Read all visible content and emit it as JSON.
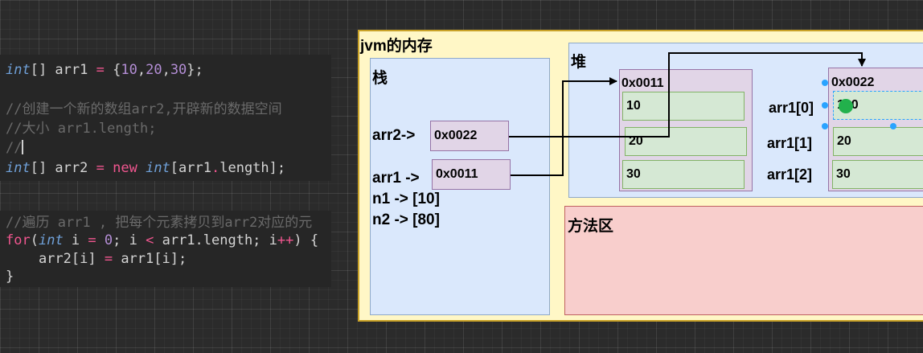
{
  "code_top": {
    "line1": {
      "kw": "int",
      "rest": "[] arr1 ",
      "eq": "=",
      "open": " {",
      "n1": "10",
      "n2": "20",
      "n3": "30",
      "close": "};"
    },
    "comment1": "//创建一个新的数组arr2,开辟新的数据空间",
    "comment2": "//大小 arr1.length;",
    "comment3": "//",
    "line2": {
      "kw": "int",
      "rest": "[] arr2 ",
      "eq": "=",
      "new_kw": "new",
      "kw2": "int",
      "bracket": "[arr1",
      "dot": ".",
      "tail": "length];"
    }
  },
  "code_bottom": {
    "comment": "//遍历 arr1 , 把每个元素拷贝到arr2对应的元",
    "for_line": {
      "for_kw": "for",
      "p1": "(",
      "int_kw": "int",
      "p2": " i ",
      "eq": "=",
      "p3": " ",
      "zero": "0",
      "p4": "; i ",
      "lt": "<",
      "p5": " arr1.length; i",
      "inc": "++",
      "p6": ") {"
    },
    "body_line": {
      "p1": "    arr2[i] ",
      "eq": "=",
      "p2": " arr1[i];"
    },
    "close": "}"
  },
  "diagram": {
    "title": "jvm的内存",
    "stack": {
      "title": "栈",
      "arr2_label": "arr2->",
      "arr2_value": "0x0022",
      "arr1_label": "arr1 ->",
      "arr1_value": "0x0011",
      "n1": "n1 -> [10]",
      "n2": "n2 -> [80]"
    },
    "heap": {
      "title": "堆",
      "obj1": {
        "address": "0x0011",
        "cells": [
          "10",
          "20",
          "30"
        ]
      },
      "obj2": {
        "address": "0x0022",
        "cells": [
          "100",
          "20",
          "30"
        ],
        "indices": [
          "arr1[0]",
          "arr1[1]",
          "arr1[2]"
        ]
      }
    },
    "method_area": {
      "title": "方法区"
    }
  }
}
